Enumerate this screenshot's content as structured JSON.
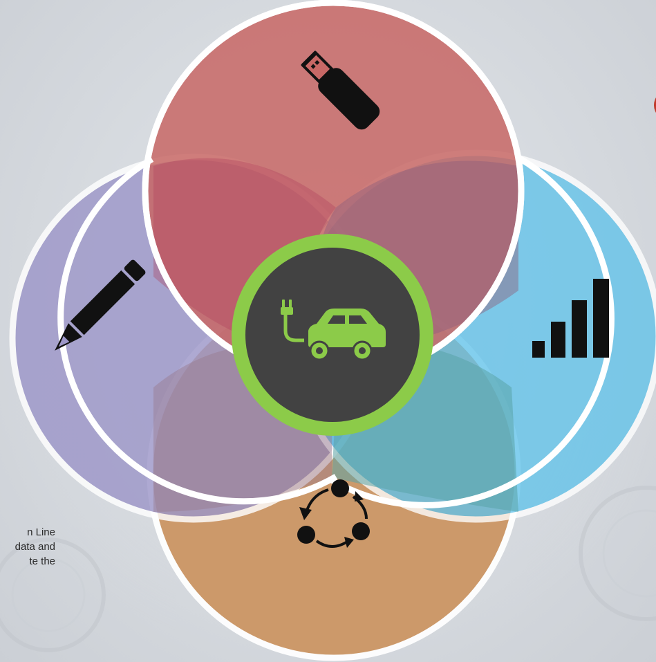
{
  "diagram": {
    "type": "venn-cycle",
    "center": {
      "icon": "electric-car-plug-icon",
      "color": "#8ccb49",
      "fill": "#424242"
    },
    "petals": [
      {
        "id": "top",
        "icon": "usb-drive-icon",
        "color": "#c86866"
      },
      {
        "id": "left",
        "icon": "pencil-icon",
        "color": "#9d97c9"
      },
      {
        "id": "right",
        "icon": "signal-bars-icon",
        "color": "#62c3ea"
      },
      {
        "id": "bottom",
        "icon": "cycle-arrows-icon",
        "color": "#cc9664"
      }
    ]
  },
  "side_text": {
    "line1": "n Line",
    "line2": "data and",
    "line3": "te the"
  }
}
